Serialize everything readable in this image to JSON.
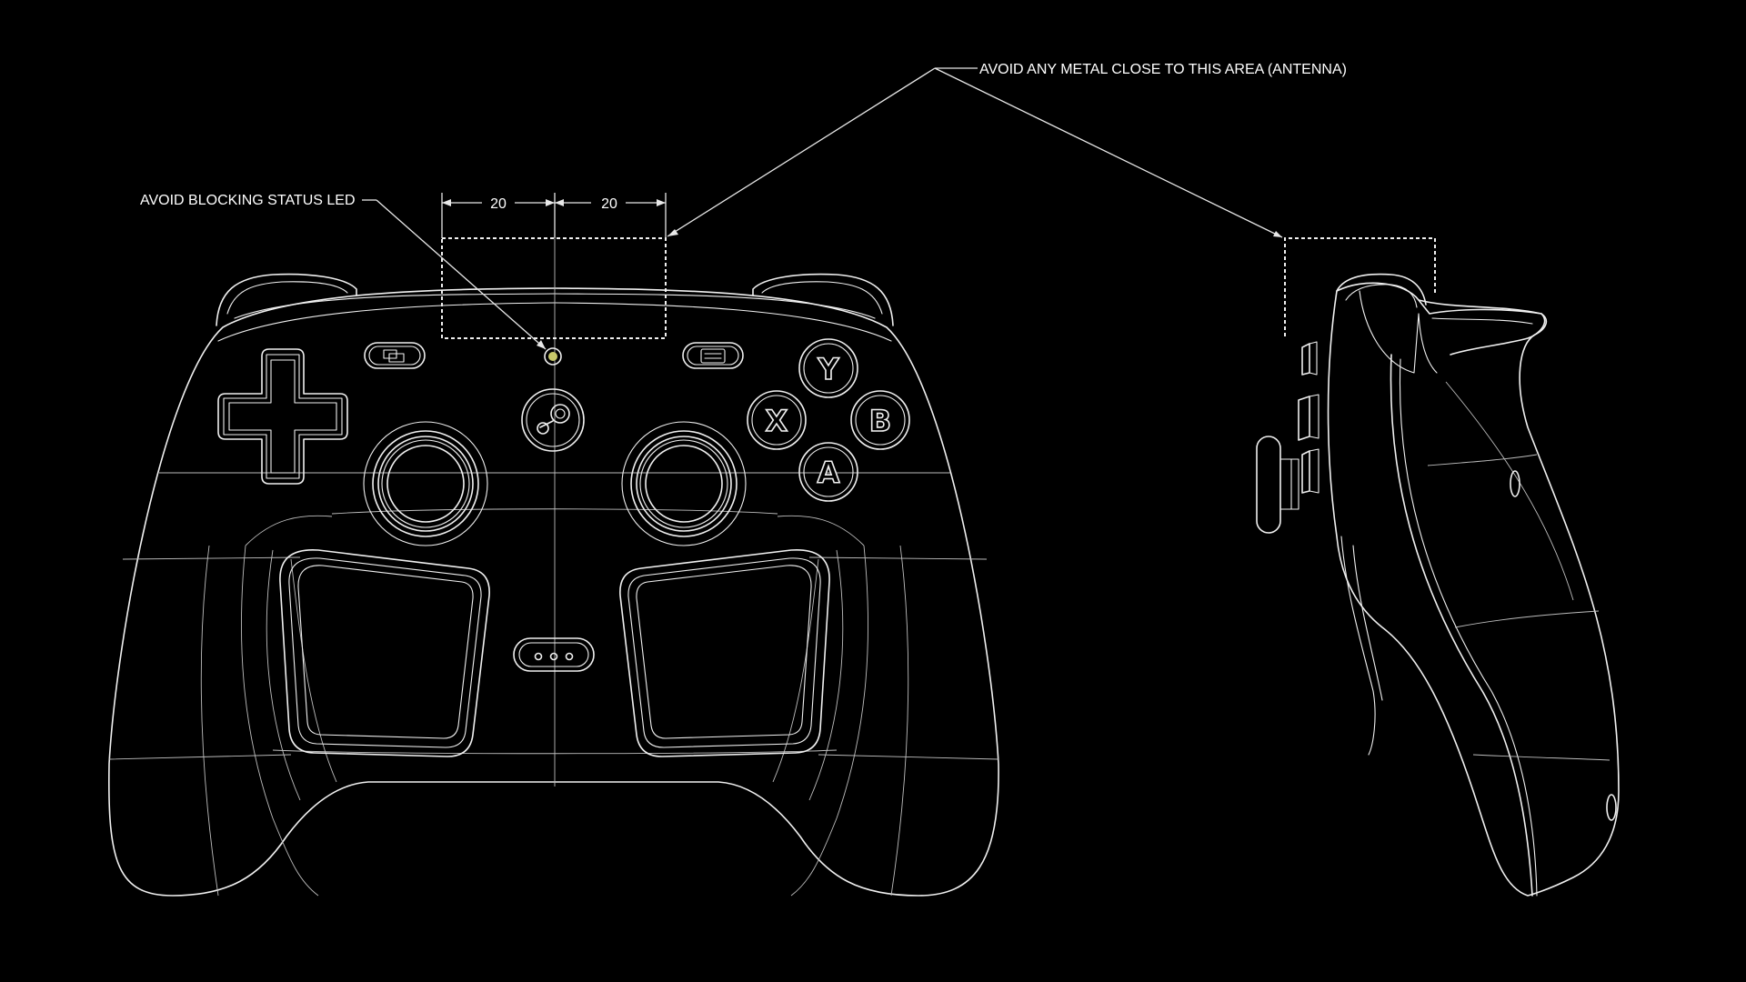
{
  "annotations": {
    "led_note": "AVOID BLOCKING STATUS LED",
    "antenna_note": "AVOID ANY METAL CLOSE TO THIS AREA (ANTENNA)"
  },
  "dimensions": {
    "left": "20",
    "right": "20"
  },
  "face_buttons": {
    "top": "Y",
    "left": "X",
    "right": "B",
    "bottom": "A"
  },
  "colors": {
    "background": "#000000",
    "linework": "#f0f0f0",
    "status_led": "#c8c86a"
  },
  "icons": {
    "home_button": "steam-logo-icon",
    "view_button": "view-icon",
    "menu_button": "menu-icon",
    "status_led": "led-icon"
  }
}
